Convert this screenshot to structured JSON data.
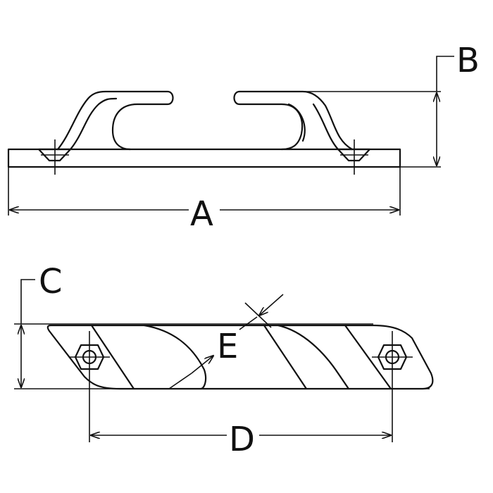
{
  "labels": {
    "A": "A",
    "B": "B",
    "C": "C",
    "D": "D",
    "E": "E"
  },
  "colors": {
    "line": "#111111",
    "background": "#ffffff"
  }
}
